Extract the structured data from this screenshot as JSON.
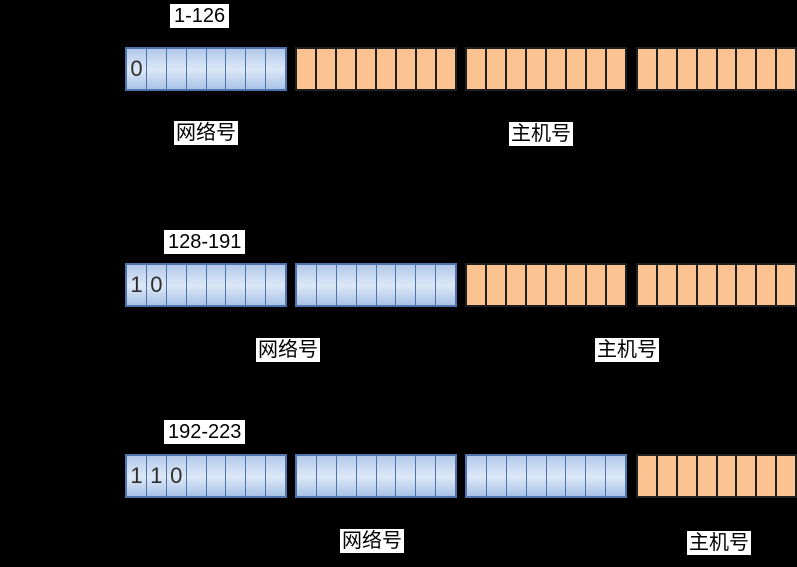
{
  "colors": {
    "background": "#000000",
    "blue_top": "#b3c9ea",
    "blue_mid": "#dde8f7",
    "blue_bottom": "#a9c3e8",
    "blue_border": "#4d74ad",
    "orange_fill": "#fbc391",
    "orange_border": "#1f1f1f",
    "label_bg": "#ffffff",
    "label_text": "#000000",
    "bit_text": "#2f2f2f"
  },
  "rows": [
    {
      "range_label": "1-126",
      "network_label": "网络号",
      "host_label": "主机号",
      "segments": [
        {
          "type": "network",
          "cells": 8,
          "bits": [
            "0"
          ]
        },
        {
          "type": "host",
          "cells": 8,
          "bits": []
        },
        {
          "type": "host",
          "cells": 8,
          "bits": []
        },
        {
          "type": "host",
          "cells": 8,
          "bits": []
        }
      ]
    },
    {
      "range_label": "128-191",
      "network_label": "网络号",
      "host_label": "主机号",
      "segments": [
        {
          "type": "network",
          "cells": 8,
          "bits": [
            "1",
            "0"
          ]
        },
        {
          "type": "network",
          "cells": 8,
          "bits": []
        },
        {
          "type": "host",
          "cells": 8,
          "bits": []
        },
        {
          "type": "host",
          "cells": 8,
          "bits": []
        }
      ]
    },
    {
      "range_label": "192-223",
      "network_label": "网络号",
      "host_label": "主机号",
      "segments": [
        {
          "type": "network",
          "cells": 8,
          "bits": [
            "1",
            "1",
            "0"
          ]
        },
        {
          "type": "network",
          "cells": 8,
          "bits": []
        },
        {
          "type": "network",
          "cells": 8,
          "bits": []
        },
        {
          "type": "host",
          "cells": 8,
          "bits": []
        }
      ]
    }
  ]
}
